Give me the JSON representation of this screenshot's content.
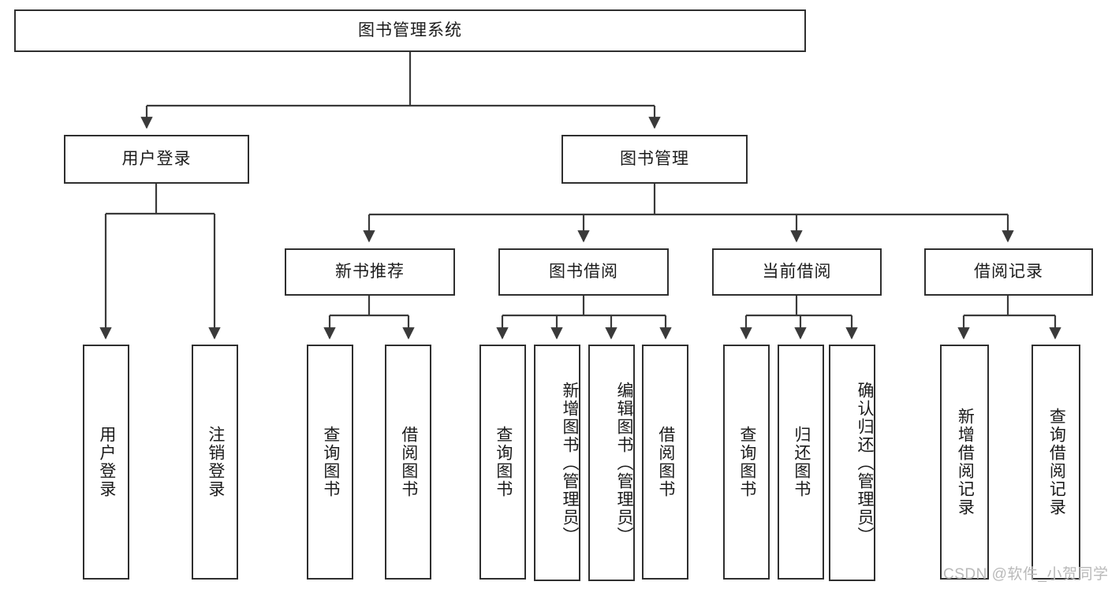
{
  "diagram": {
    "title": "图书管理系统",
    "watermark": "CSDN @软件_小贺同学",
    "colors": {
      "box_border": "#2f2f2f",
      "line": "#3a3a3a",
      "background": "#ffffff",
      "text": "#1b1b1b",
      "watermark": "#b9b9b9"
    },
    "nodes": {
      "root": "图书管理系统",
      "user_login": "用户登录",
      "book_manage": "图书管理",
      "new_book_rec": "新书推荐",
      "book_borrow": "图书借阅",
      "current_borrow": "当前借阅",
      "borrow_record": "借阅记录",
      "leaf_user_login": "用户登录",
      "leaf_user_logout": "注销登录",
      "leaf_query_book_1": "查询图书",
      "leaf_borrow_book_1": "借阅图书",
      "leaf_query_book_2": "查询图书",
      "leaf_add_book_admin": "新增图书（管理员）",
      "leaf_edit_book_admin": "编辑图书（管理员）",
      "leaf_borrow_book_2": "借阅图书",
      "leaf_query_book_3": "查询图书",
      "leaf_return_book": "归还图书",
      "leaf_confirm_return_admin": "确认归还（管理员）",
      "leaf_add_record": "新增借阅记录",
      "leaf_query_record": "查询借阅记录"
    }
  }
}
